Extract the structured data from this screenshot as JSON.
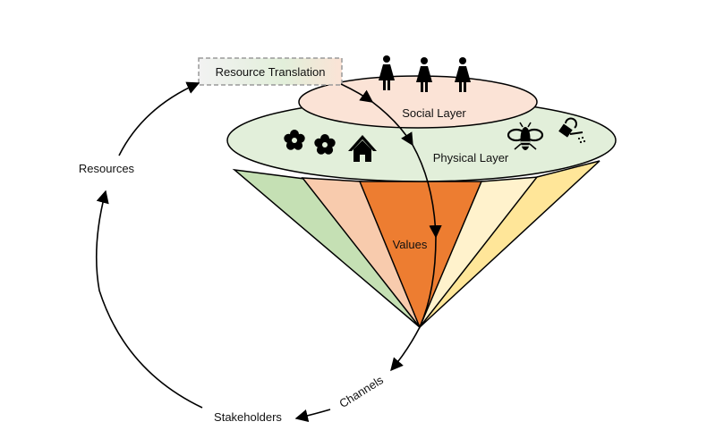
{
  "diagram": {
    "title": "Resource translation cone",
    "layers": {
      "social": {
        "label": "Social Layer",
        "fill": "#fbe3d6",
        "icons": [
          "woman-icon",
          "woman-icon",
          "woman-icon"
        ]
      },
      "physical": {
        "label": "Physical Layer",
        "fill": "#e2efda",
        "icons_left": [
          "flower-icon",
          "flower-icon",
          "house-icon"
        ],
        "icons_right": [
          "bee-icon",
          "watering-can-icon"
        ]
      }
    },
    "cone": {
      "center_label": "Values",
      "segments": [
        {
          "name": "green",
          "fill": "#c5e0b4"
        },
        {
          "name": "peach",
          "fill": "#f8cbad"
        },
        {
          "name": "values",
          "fill": "#ed7d31"
        },
        {
          "name": "cream",
          "fill": "#fff2cc"
        },
        {
          "name": "yellow",
          "fill": "#ffe699"
        }
      ]
    },
    "nodes": {
      "resource_translation": "Resource Translation",
      "resources": "Resources",
      "stakeholders": "Stakeholders",
      "channels": "Channels"
    },
    "edges": [
      {
        "from": "Resource Translation",
        "to": "Values"
      },
      {
        "from": "Values",
        "to": "Channels"
      },
      {
        "from": "Channels",
        "to": "Stakeholders"
      },
      {
        "from": "Stakeholders",
        "to": "Resources"
      },
      {
        "from": "Resources",
        "to": "Resource Translation"
      }
    ],
    "colors": {
      "box_border": "#9a9a9a",
      "box_grad_start": "#f2f2f2",
      "box_grad_mid": "#e2efda",
      "box_grad_end": "#fbe3d6"
    }
  }
}
